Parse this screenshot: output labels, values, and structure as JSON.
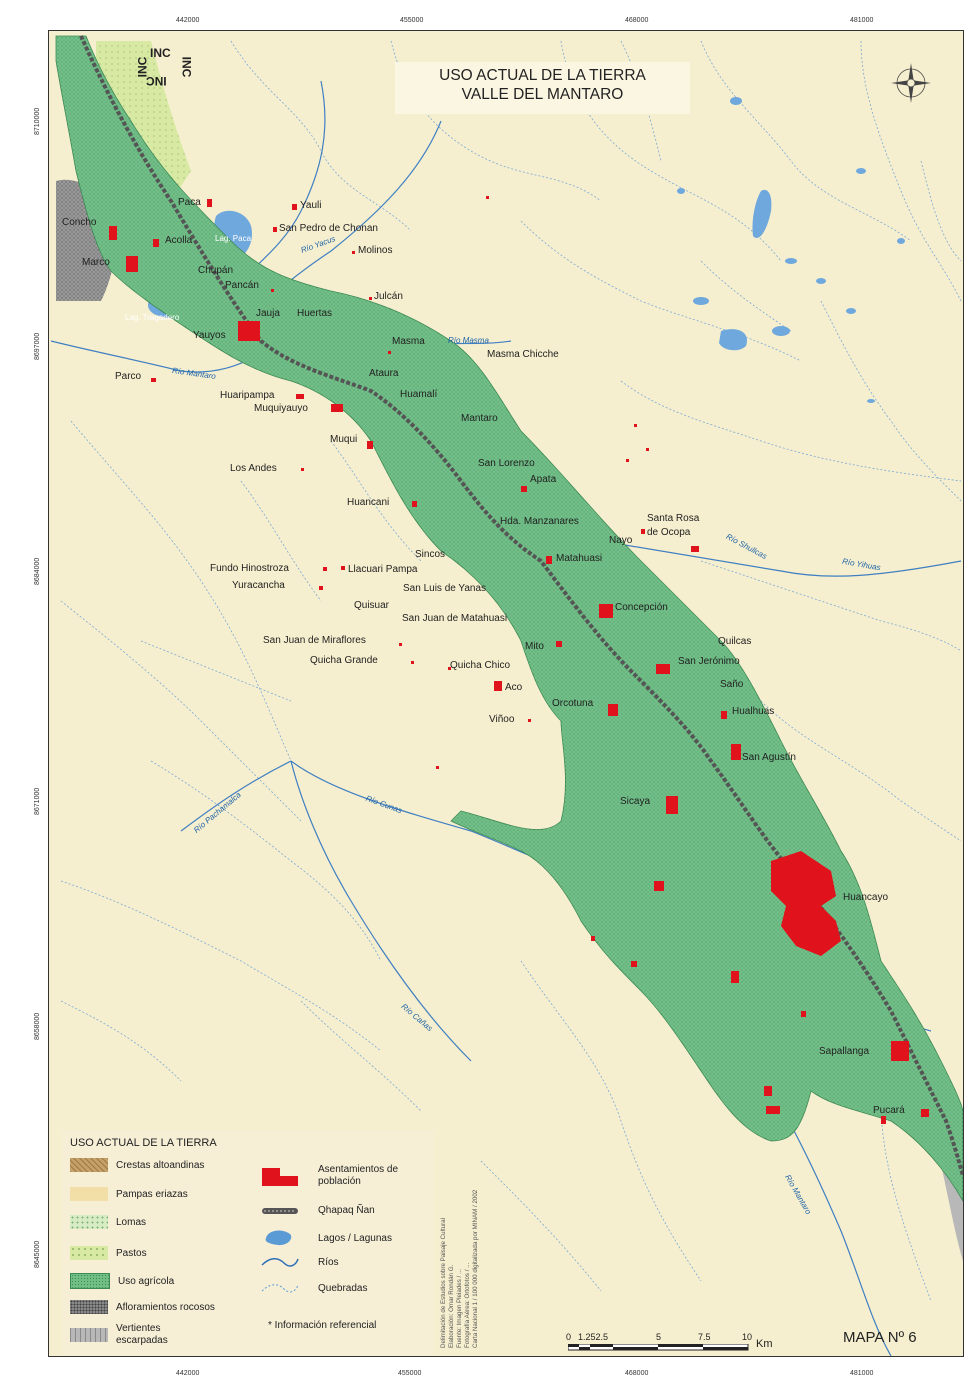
{
  "title": {
    "line1": "USO ACTUAL DE LA TIERRA",
    "line2": "VALLE DEL MANTARO"
  },
  "map_number": "MAPA Nº 6",
  "logo": {
    "text": "INC"
  },
  "coords": {
    "top": [
      "442000",
      "455000",
      "468000",
      "481000"
    ],
    "bottom": [
      "442000",
      "455000",
      "468000",
      "481000"
    ],
    "left": [
      "8710000",
      "8697000",
      "8684000",
      "8671000",
      "8658000",
      "8645000"
    ]
  },
  "places": [
    "Paca",
    "Yauli",
    "San Pedro de Chonan",
    "Molinos",
    "Concho",
    "Acolla",
    "Marco",
    "Chupán",
    "Pancán",
    "Julcán",
    "Jauja",
    "Huertas",
    "Yauyos",
    "Masma",
    "Masma Chicche",
    "Parco",
    "Ataura",
    "Huamalí",
    "Huaripampa",
    "Muquiyauyo",
    "Mantaro",
    "Muqui",
    "San Lorenzo",
    "Los Andes",
    "Apata",
    "Huancani",
    "Hda. Manzanares",
    "Santa Rosa",
    "de Ocopa",
    "Nayo",
    "Sincos",
    "Matahuasi",
    "Fundo Hinostroza",
    "Llacuari Pampa",
    "Yuracancha",
    "San Luis de Yanas",
    "Concepción",
    "Quisuar",
    "San Juan de Matahuasi",
    "San Juan de Miraflores",
    "Quilcas",
    "Mito",
    "San Jerónimo",
    "Quicha Grande",
    "Quicha Chico",
    "Saño",
    "Aco",
    "Orcotuna",
    "Hualhuas",
    "Viñoo",
    "San Agustín",
    "Sicaya",
    "Huancayo",
    "Sapallanga",
    "Pucará"
  ],
  "rivers": [
    "Río Mantaro",
    "Río Yacus",
    "Río Masma",
    "Río Shullcas",
    "Río Cunas",
    "Río Yihuas",
    "Río Pachamalca",
    "Río Cañas",
    "Río Mantaro"
  ],
  "waterbody_labels": [
    "Lag. Paca",
    "Lag. Tragadero"
  ],
  "legend": {
    "title": "USO ACTUAL DE LA TIERRA",
    "left": [
      {
        "label": "Crestas altoandinas",
        "color": "#c4a06a"
      },
      {
        "label": "Pampas eriazas",
        "color": "#f2dfa8"
      },
      {
        "label": "Lomas",
        "color": "#d7ecc3"
      },
      {
        "label": "Pastos",
        "color": "#d8e9a4"
      },
      {
        "label": "Uso agrícola",
        "color": "#72bf86"
      },
      {
        "label": "Afloramientos rocosos",
        "color": "#888888"
      },
      {
        "label": "Vertientes escarpadas",
        "color": "#b8b8b8"
      }
    ],
    "right": [
      {
        "label": "Asentamientos de población",
        "icon": "settlement-icon",
        "color": "#e0121c"
      },
      {
        "label": "Qhapaq Ñan",
        "icon": "road-icon",
        "color": "#555555"
      },
      {
        "label": "Lagos / Lagunas",
        "icon": "lake-icon",
        "color": "#5b9bd5"
      },
      {
        "label": "Ríos",
        "icon": "river-icon",
        "color": "#2f6fb7"
      },
      {
        "label": "Quebradas",
        "icon": "stream-icon",
        "color": "#5b9bd5"
      }
    ],
    "note": "* Información referencial"
  },
  "credits": [
    "Delimitación de Estudios sobre Paisaje Cultural",
    "Elaboración: Omar Rondán G.",
    "Fuente: Imagen Pleiades / ...",
    "Fotografía Aérea: Ortofotos / ...",
    "Carta Nacional 1 / 100 000 digitalizada por MINAM / 2002"
  ],
  "scale": {
    "ticks": [
      "0",
      "1.252.5",
      "5",
      "7.5",
      "10"
    ],
    "unit": "Km"
  }
}
